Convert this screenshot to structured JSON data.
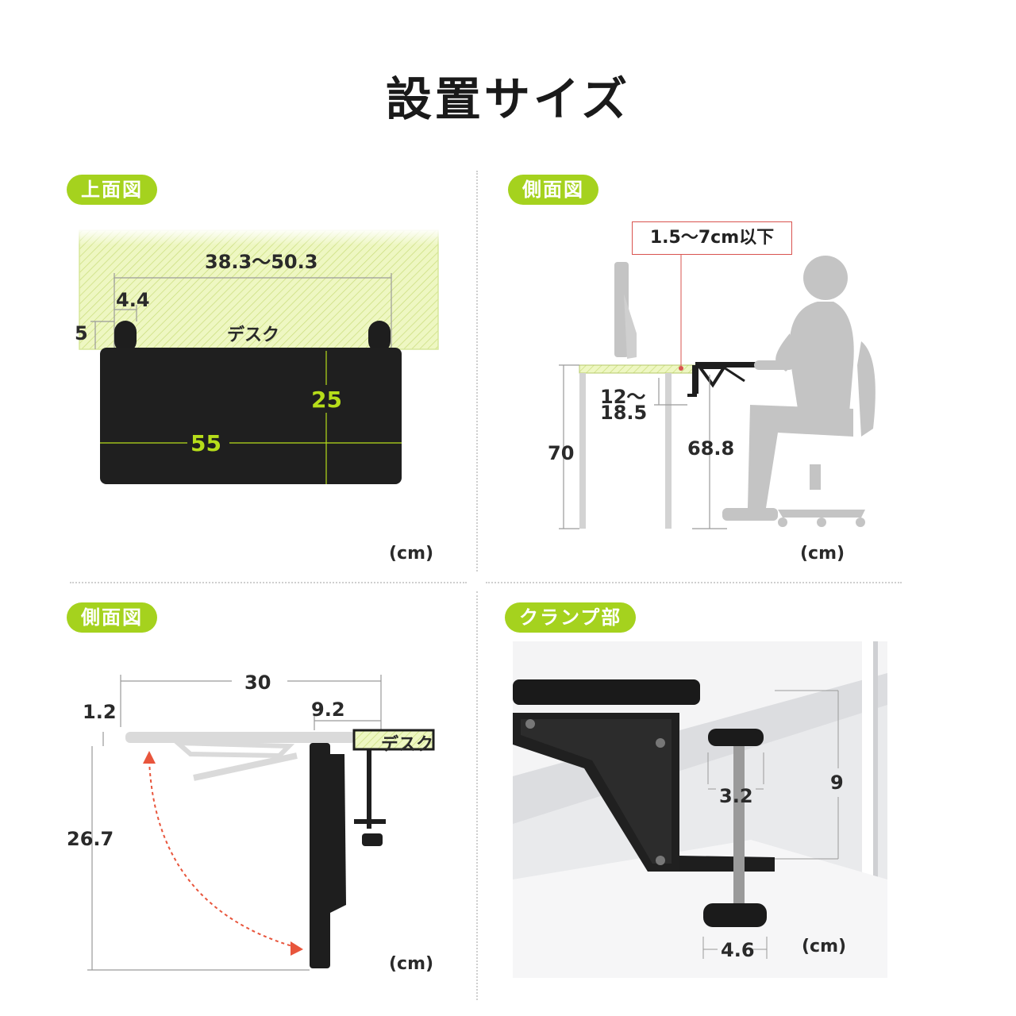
{
  "title": "設置サイズ",
  "sections": {
    "top_view": {
      "label": "上面図"
    },
    "side_view_1": {
      "label": "側面図"
    },
    "side_view_2": {
      "label": "側面図"
    },
    "clamp": {
      "label": "クランプ部"
    }
  },
  "top_view": {
    "width_range": "38.3〜50.3",
    "clamp_width": "4.4",
    "clamp_depth": "5",
    "desk_label": "デスク",
    "board_height": "25",
    "board_width": "55",
    "unit": "(cm)"
  },
  "side_view_1": {
    "callout": "1.5〜7cm以下",
    "clamp_range": "12〜\n18.5",
    "clamp_range_a": "12〜",
    "clamp_range_b": "18.5",
    "desk_height": "70",
    "board_height": "68.8",
    "unit": "(cm)"
  },
  "side_view_2": {
    "length": "30",
    "clamp_depth": "9.2",
    "thickness": "1.2",
    "desk_label": "デスク",
    "folded_height": "26.7",
    "unit": "(cm)"
  },
  "clamp": {
    "screw_width": "3.2",
    "height": "9",
    "knob_width": "4.6",
    "unit": "(cm)"
  },
  "colors": {
    "accent_green": "#a5d21e",
    "board_black": "#1e1e1e",
    "arrow_red": "#e8553c",
    "silhouette_gray": "#c4c4c4"
  }
}
